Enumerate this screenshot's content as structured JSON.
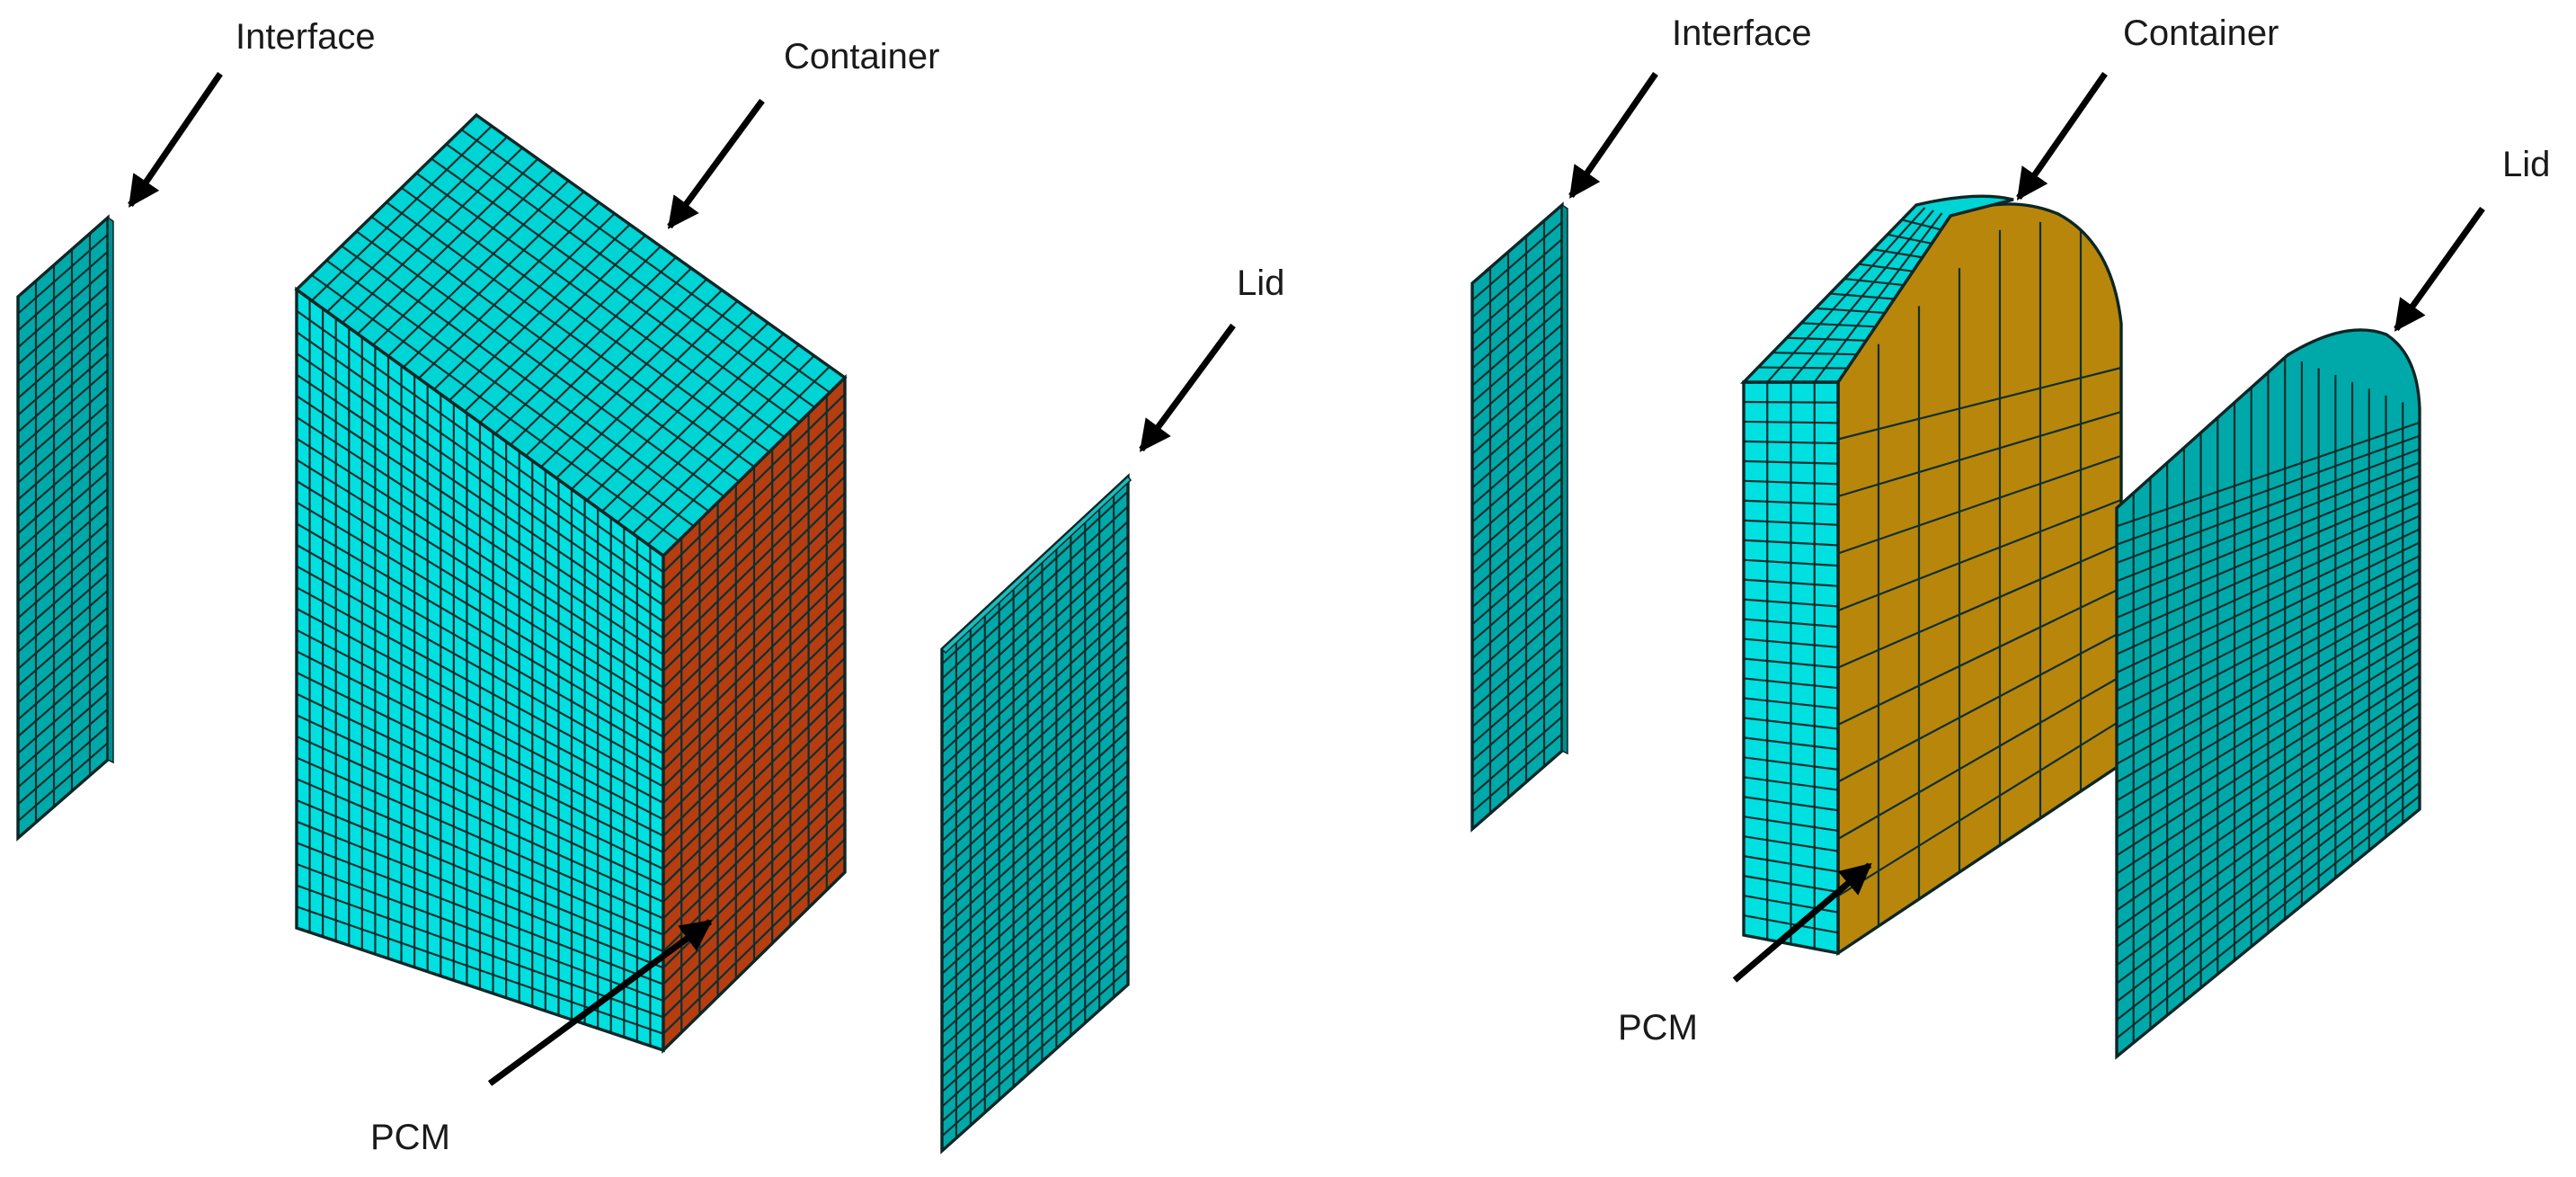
{
  "labels": {
    "left_interface": "Interface",
    "left_container": "Container",
    "left_lid": "Lid",
    "left_pcm": "PCM",
    "right_interface": "Interface",
    "right_container": "Container",
    "right_lid": "Lid",
    "right_pcm": "PCM"
  },
  "colors": {
    "container_cyan": "#00e0e0",
    "container_top": "#00d4d4",
    "plate_teal": "#00a9a9",
    "pcm_left": "#b53d10",
    "pcm_right": "#b8860b",
    "mesh_line": "#0f2f2f"
  }
}
